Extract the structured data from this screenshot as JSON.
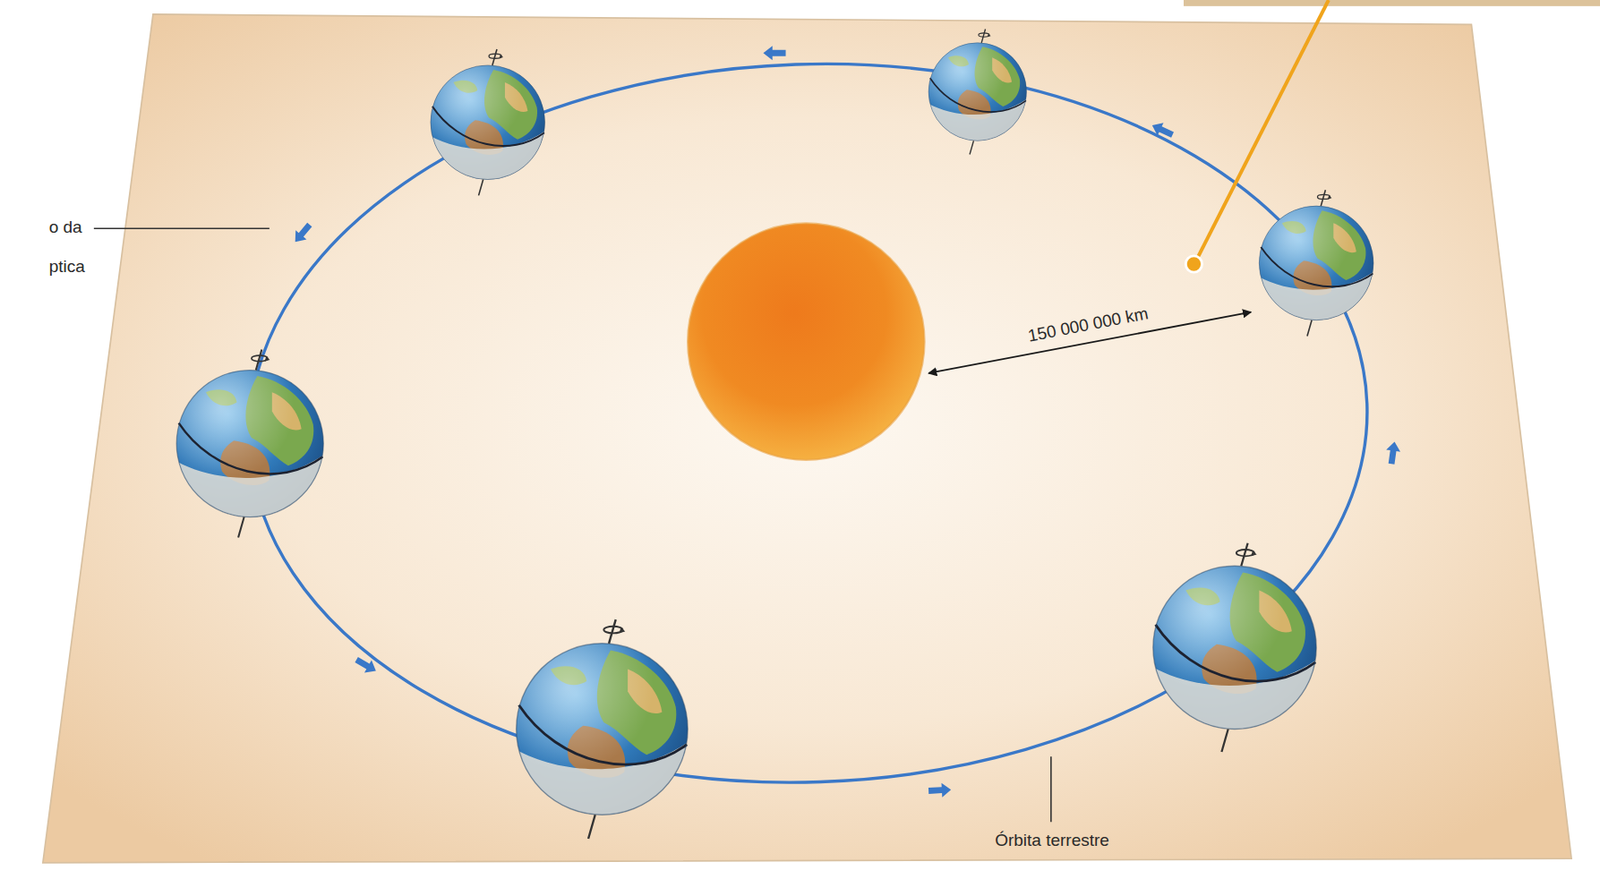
{
  "diagram": {
    "labels": [
      "o da ptica",
      "150 000 000 km",
      "Órbita terrestre"
    ]
  }
}
